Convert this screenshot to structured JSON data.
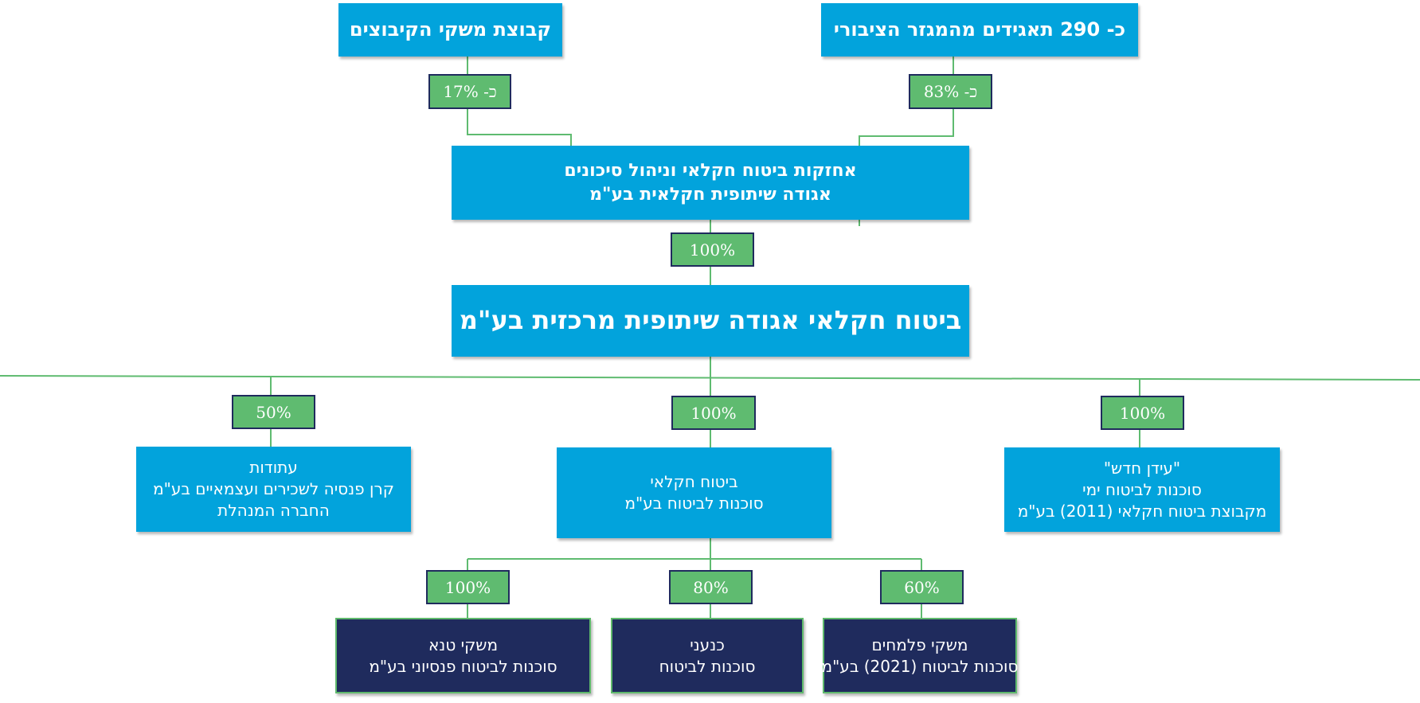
{
  "diagram": {
    "shareholders": {
      "public_sector": "כ- 290 תאגידים מהמגזר הציבורי",
      "kibbutz_group": "קבוצת משקי הקיבוצים"
    },
    "holding_company": {
      "line1": "אחזקות ביטוח חקלאי וניהול סיכונים",
      "line2": "אגודה שיתופית חקלאית בע\"מ"
    },
    "central_company": "ביטוח חקלאי אגודה שיתופית מרכזית בע\"מ",
    "subsidiaries": {
      "idan": {
        "line1": "\"עידן חדש\"",
        "line2": "סוכנות לביטוח ימי",
        "line3": "מקבוצת ביטוח חקלאי (2011) בע\"מ"
      },
      "agency": {
        "line1": "ביטוח חקלאי",
        "line2": "סוכנות לביטוח בע\"מ"
      },
      "atudot": {
        "line1": "עתודות",
        "line2": "קרן פנסיה לשכירים ועצמאיים בע\"מ",
        "line3": "החברה המנהלת"
      }
    },
    "agencies": {
      "palmachim": {
        "line1": "משקי פלמחים",
        "line2": "סוכנות לביטוח (2021) בע\"מ"
      },
      "knaani": {
        "line1": "כנעני",
        "line2": "סוכנות לביטוח"
      },
      "tana": {
        "line1": "משקי טנא",
        "line2": "סוכנות לביטוח פנסיוני בע\"מ"
      }
    },
    "percentages": {
      "public_sector": "כ- 83%",
      "kibbutz_group": "כ- 17%",
      "holding_to_central": "100%",
      "idan": "100%",
      "agency": "100%",
      "atudot": "50%",
      "palmachim": "60%",
      "knaani": "80%",
      "tana": "100%"
    },
    "colors": {
      "entity": "#02a3dc",
      "agency": "#1f2b5d",
      "percentage": "#5fbb70",
      "connector": "#5fbb70"
    }
  }
}
